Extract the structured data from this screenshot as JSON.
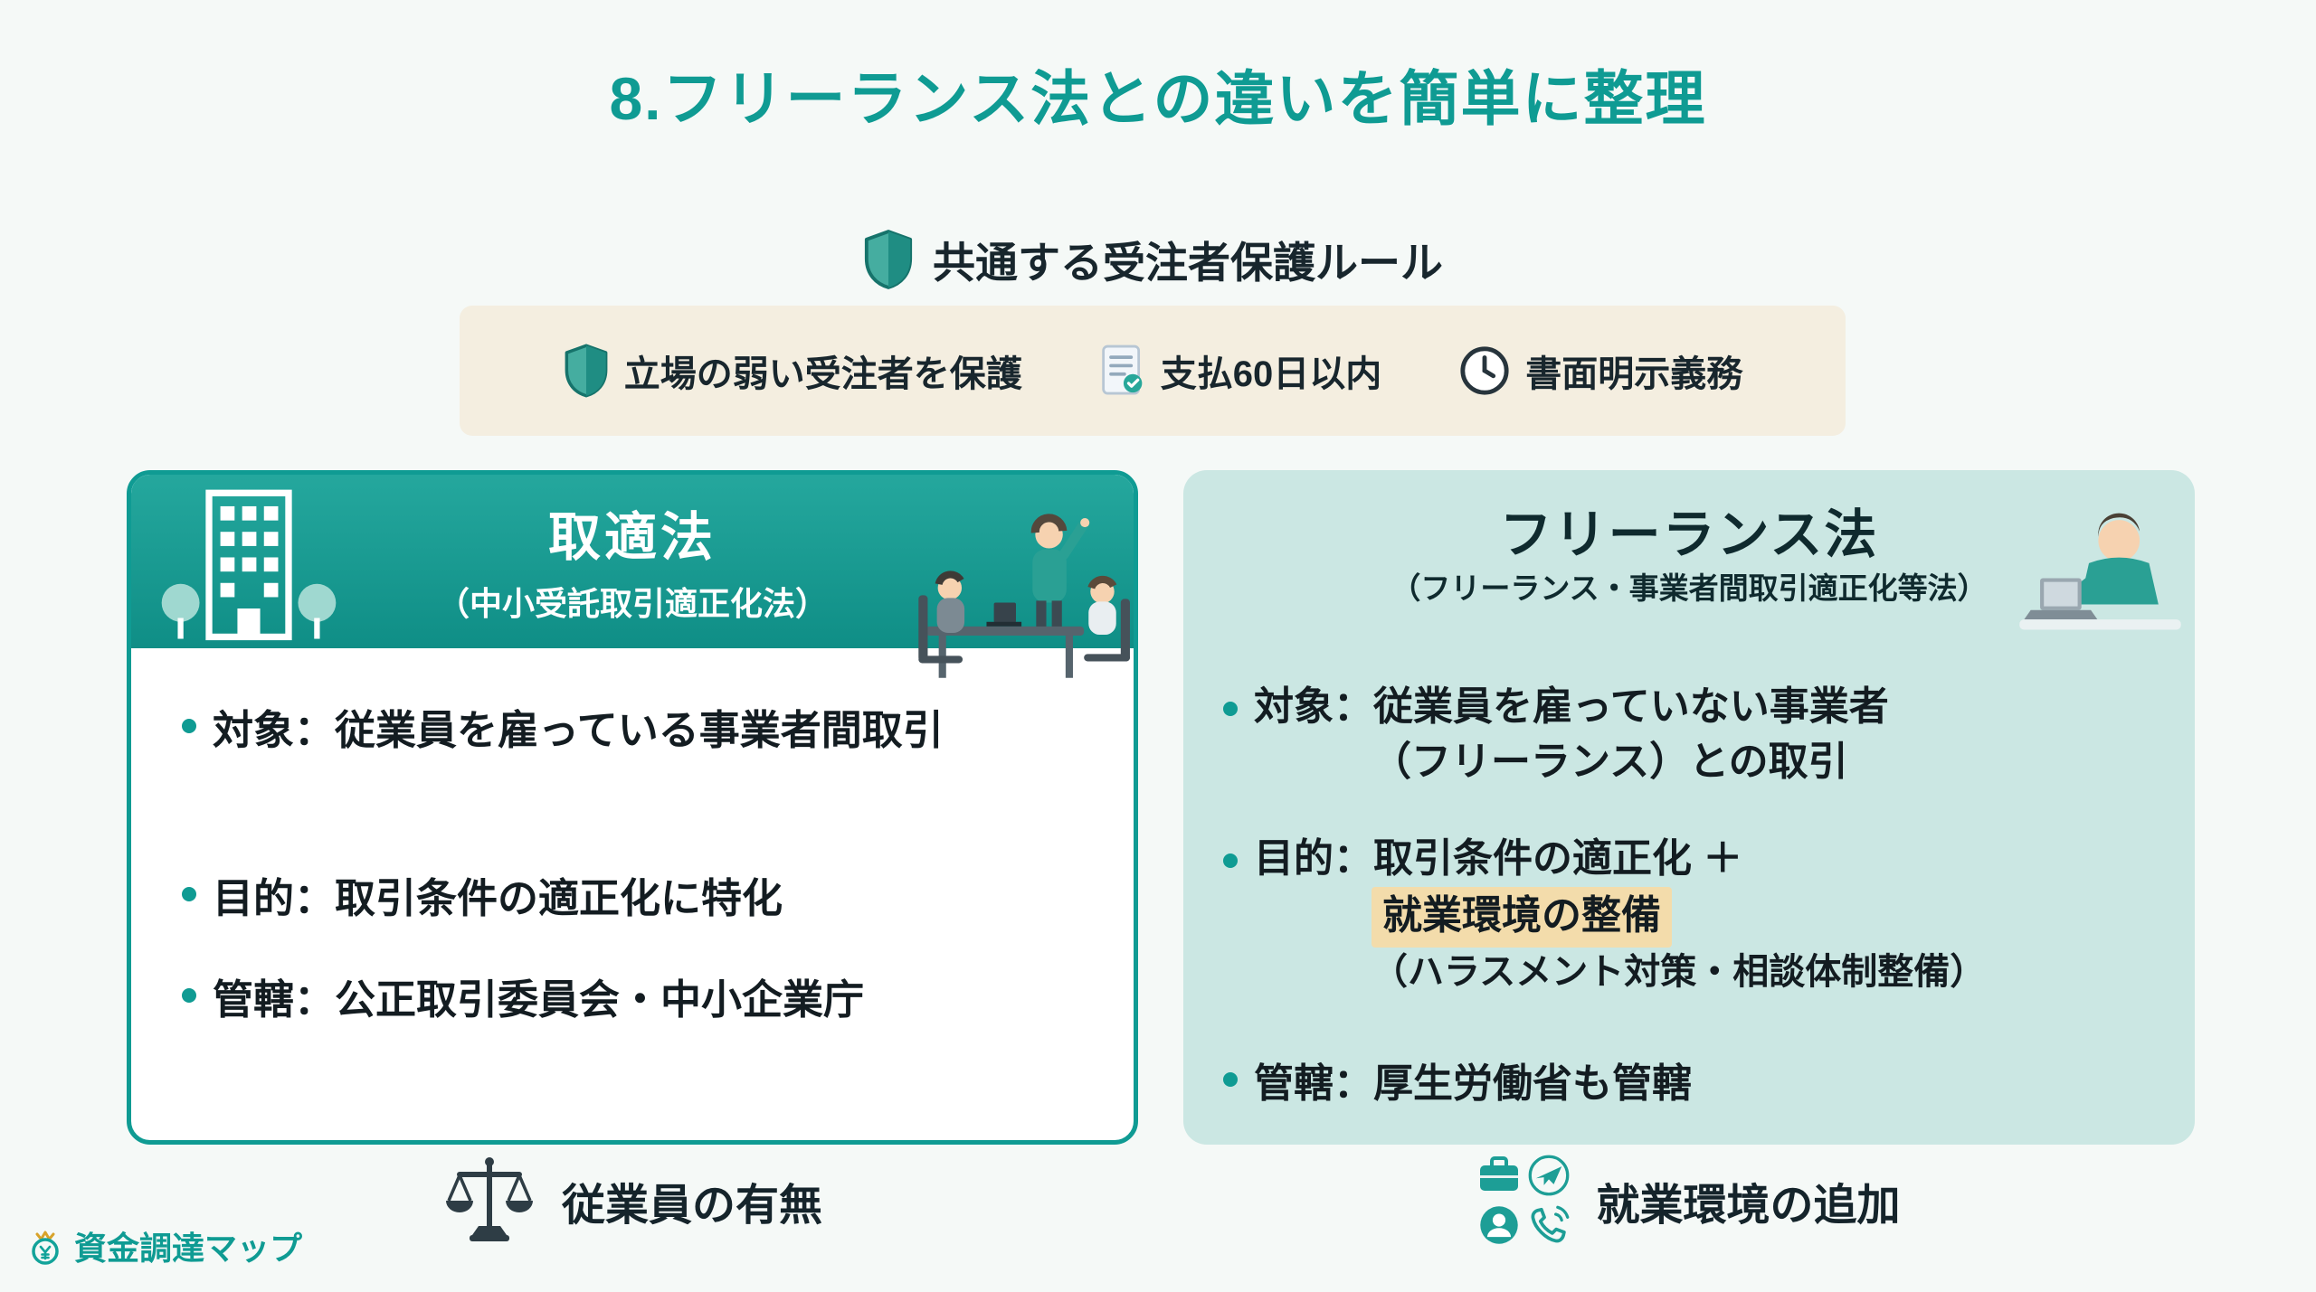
{
  "title": "8.フリーランス法との違いを簡単に整理",
  "common_rules": {
    "heading": "共通する受注者保護ルール",
    "items": [
      {
        "icon": "shield-icon",
        "label": "立場の弱い受注者を保護"
      },
      {
        "icon": "document-check-icon",
        "label": "支払60日以内"
      },
      {
        "icon": "clock-icon",
        "label": "書面明示義務"
      }
    ]
  },
  "left_card": {
    "title": "取適法",
    "subtitle": "（中小受託取引適正化法）",
    "bullets": [
      "対象：従業員を雇っている事業者間取引",
      "目的：取引条件の適正化に特化",
      "管轄：公正取引委員会・中小企業庁"
    ],
    "illustrations": [
      "building-icon",
      "meeting-illustration"
    ]
  },
  "right_card": {
    "title": "フリーランス法",
    "subtitle": "（フリーランス・事業者間取引適正化等法）",
    "bullet1": {
      "line1": "対象：従業員を雇っていない事業者",
      "line2": "（フリーランス）との取引"
    },
    "bullet2": {
      "line1": "目的：取引条件の適正化 ＋",
      "highlight": "就業環境の整備",
      "line3": "（ハラスメント対策・相談体制整備）"
    },
    "bullet3": "管轄：厚生労働省も管轄",
    "illustrations": [
      "freelancer-laptop-illustration"
    ]
  },
  "footer": {
    "left_icon": "scale-icon",
    "left_label": "従業員の有無",
    "right_icons": [
      "briefcase-icon",
      "plane-icon",
      "person-icon",
      "phone-icon"
    ],
    "right_label": "就業環境の追加",
    "logo_icon": "coin-crown-icon",
    "logo_text": "資金調達マップ"
  },
  "colors": {
    "teal": "#0f9b93",
    "teal_header": "#17a096",
    "mint": "#cbe7e3",
    "beige": "#f4eee0",
    "highlight": "#f3dcab",
    "text_dark": "#17242b"
  }
}
